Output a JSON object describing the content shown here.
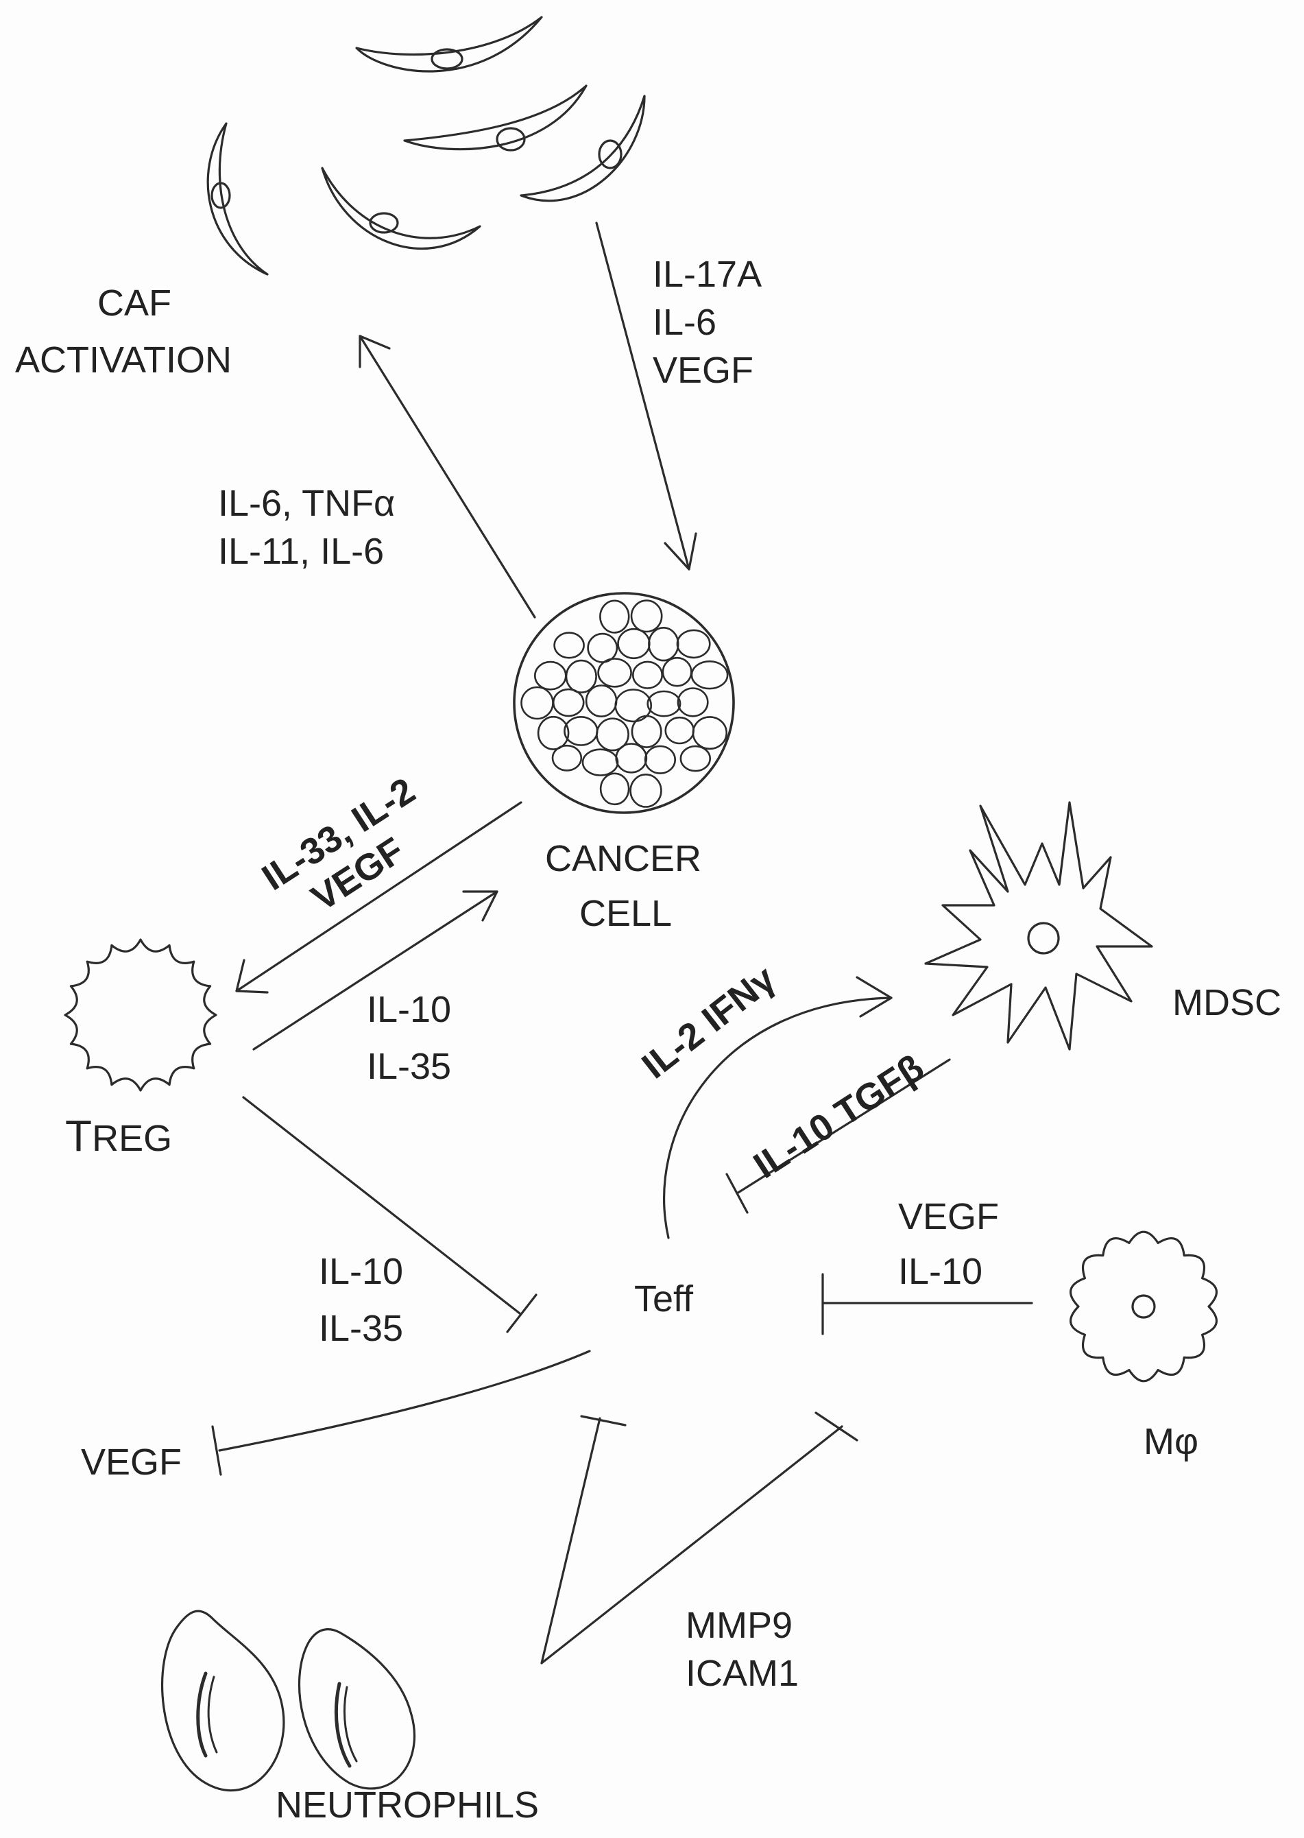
{
  "labels": {
    "caf_activation": [
      "CAF",
      "ACTIVATION"
    ],
    "caf_to_cancer": [
      "IL-17A",
      "IL-6",
      "VEGF"
    ],
    "cancer_to_caf": [
      "IL-6, TNFα",
      "IL-11, IL-6"
    ],
    "cancer_cell": [
      "CANCER",
      "CELL"
    ],
    "cancer_to_treg": [
      "IL-33, IL-2",
      "VEGF"
    ],
    "treg_to_cancer": [
      "IL-10",
      "IL-35"
    ],
    "treg_first": "T",
    "treg_rest": "REG",
    "mdsc": "MDSC",
    "teff_to_mdsc": "IL-2 IFNγ",
    "mdsc_to_teff": "IL-10 TGFβ",
    "macrophage_to_teff": [
      "VEGF",
      "IL-10"
    ],
    "treg_to_teff": [
      "IL-10",
      "IL-35"
    ],
    "teff": "Teff",
    "macrophage": "Mφ",
    "vegf": "VEGF",
    "neutrophils_to_teff": [
      "MMP9",
      "ICAM1"
    ],
    "neutrophils": "NEUTROPHILS"
  }
}
